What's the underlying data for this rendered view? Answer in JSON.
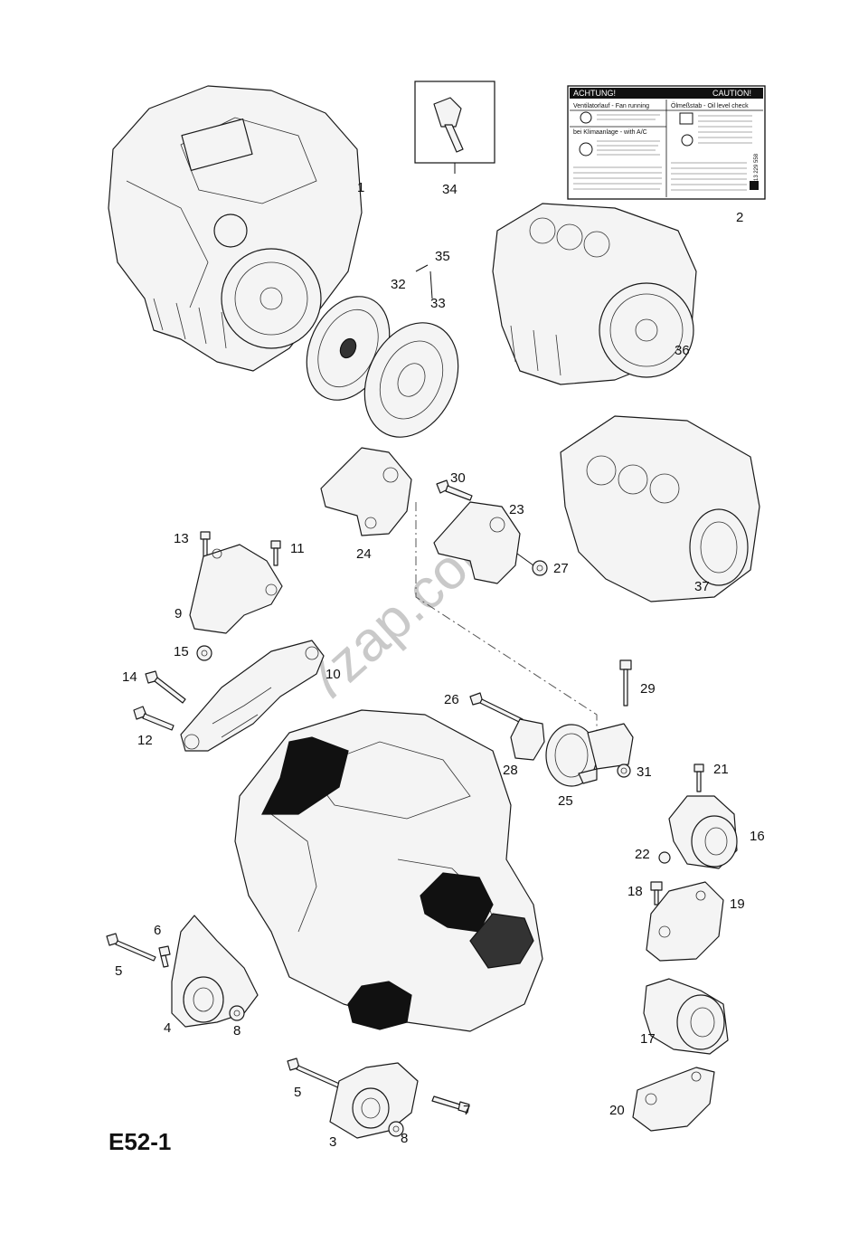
{
  "diagram_code": "E52-1",
  "watermark": "7zap.com",
  "callouts": [
    "1",
    "2",
    "3",
    "4",
    "5",
    "5",
    "6",
    "7",
    "8",
    "8",
    "9",
    "10",
    "11",
    "12",
    "13",
    "14",
    "15",
    "16",
    "17",
    "18",
    "19",
    "20",
    "21",
    "22",
    "23",
    "24",
    "25",
    "26",
    "27",
    "28",
    "29",
    "30",
    "31",
    "32",
    "33",
    "34",
    "35",
    "36",
    "37"
  ],
  "label": {
    "header_left": "ACHTUNG!",
    "header_right": "CAUTION!",
    "row1_left": "Ventilatorlauf - Fan running",
    "row1_right": "Ölmeßstab - Oil level check",
    "row2": "bei Klimaanlage - with A/C",
    "part_number": "13 229 558"
  }
}
